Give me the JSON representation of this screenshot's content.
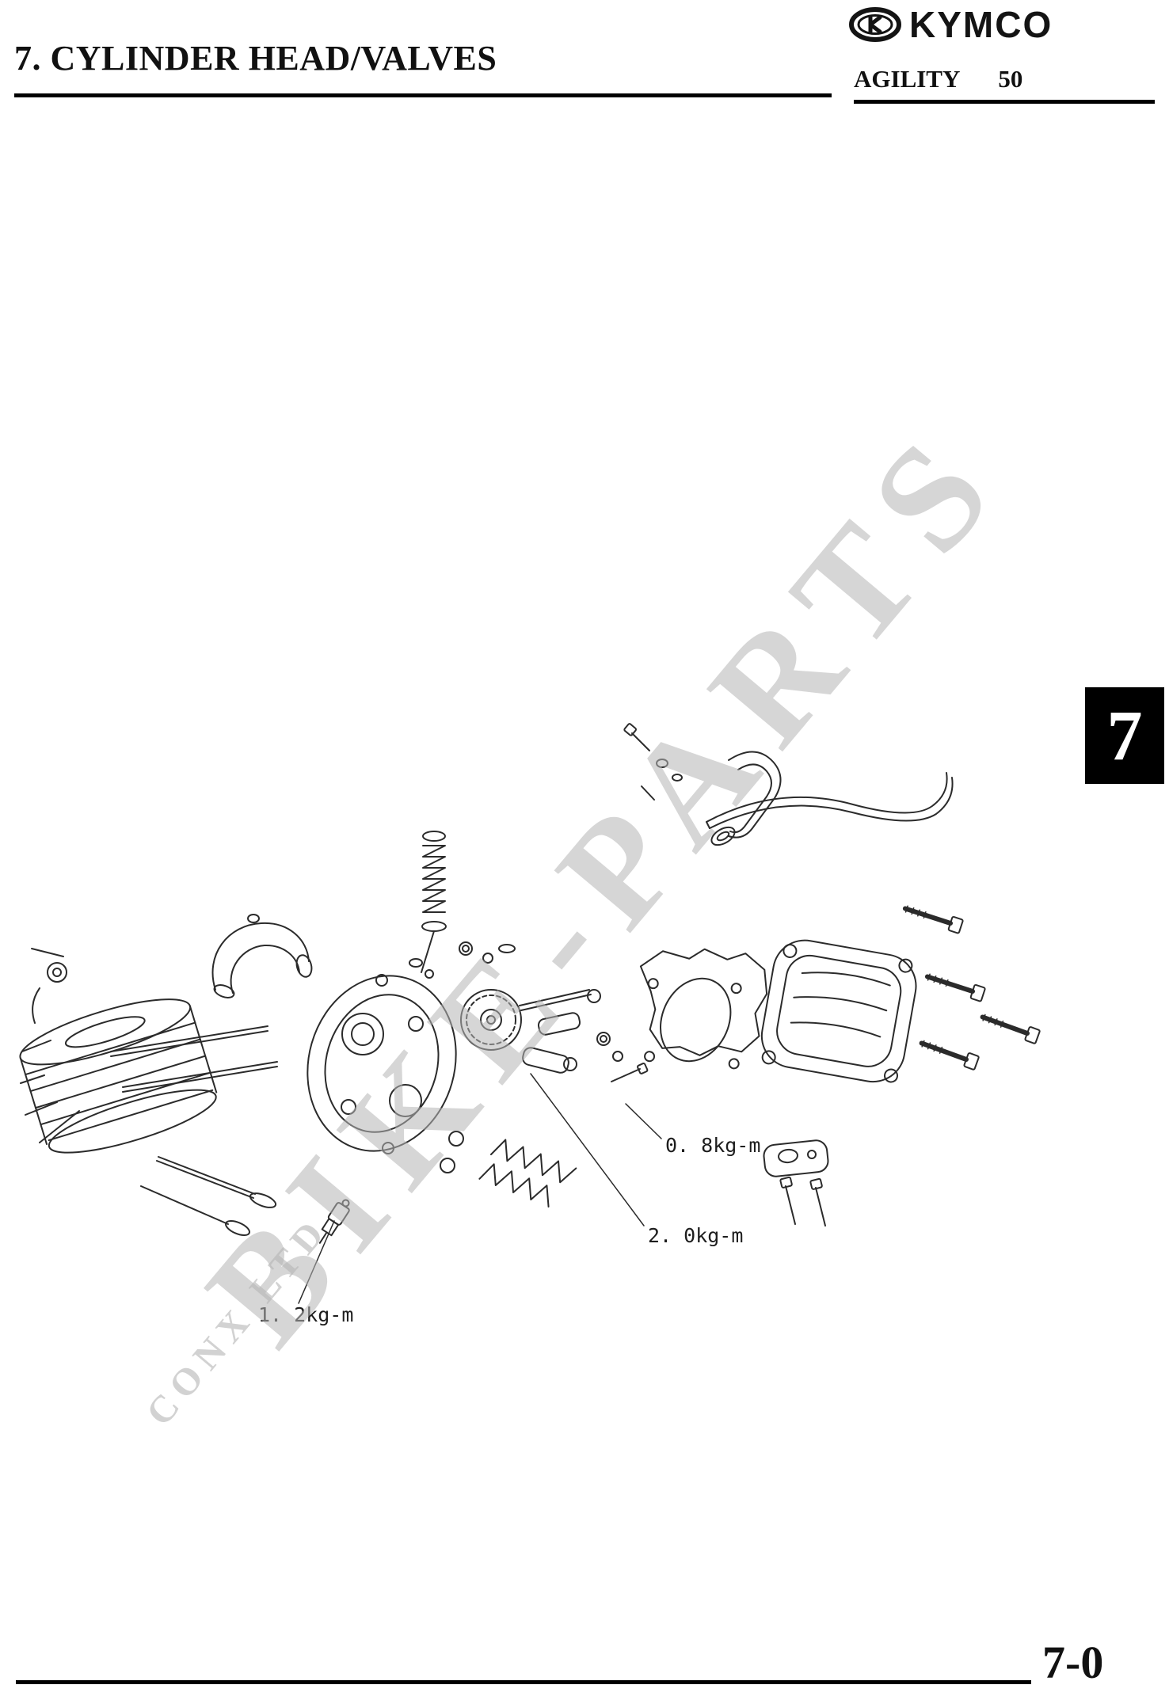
{
  "page": {
    "section_title": "7. CYLINDER HEAD/VALVES",
    "chapter_tab": "7",
    "page_number": "7-0"
  },
  "brand": {
    "name": "KYMCO",
    "model": "AGILITY",
    "displacement": "50"
  },
  "watermark": {
    "primary": "BIKE-PARTS",
    "secondary": "CONX LTD"
  },
  "diagram": {
    "description": "cylinder head and valves exploded parts view",
    "torque_labels": [
      {
        "text": "0. 8kg-m"
      },
      {
        "text": "2. 0kg-m"
      },
      {
        "text": "1. 2kg-m"
      }
    ]
  }
}
